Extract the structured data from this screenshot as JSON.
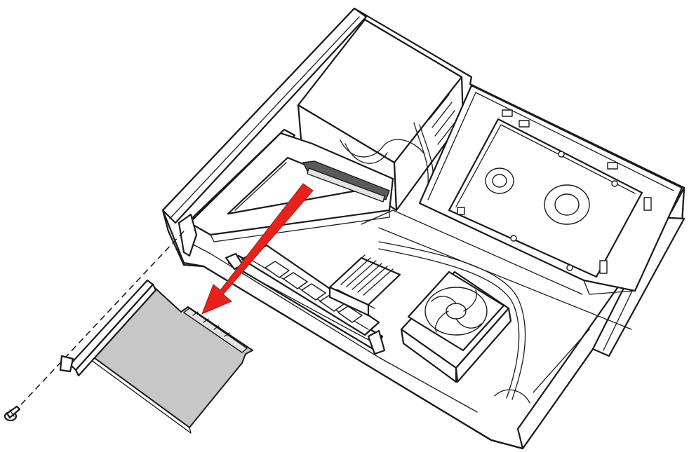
{
  "figure": {
    "kind": "line-art illustration",
    "components": [
      {
        "id": "chassis",
        "icon": "computer-chassis-icon"
      },
      {
        "id": "power_supply",
        "icon": "power-supply-icon"
      },
      {
        "id": "riser_bracket",
        "icon": "riser-bracket-icon"
      },
      {
        "id": "hard_drive",
        "icon": "hard-drive-icon"
      },
      {
        "id": "memory_module",
        "icon": "memory-module-icon"
      },
      {
        "id": "chipset_heatsink",
        "icon": "heatsink-icon"
      },
      {
        "id": "cpu_fan",
        "icon": "cpu-fan-icon"
      },
      {
        "id": "expansion_card",
        "icon": "expansion-card-icon"
      },
      {
        "id": "screw",
        "icon": "screw-icon"
      }
    ],
    "arrow": {
      "direction": "toward-lower-left",
      "color": "#e8211d",
      "icon": "removal-arrow-icon"
    },
    "colors": {
      "line": "#1a1a1a",
      "card_fill": "#c7c7c7",
      "background": "#ffffff"
    }
  }
}
